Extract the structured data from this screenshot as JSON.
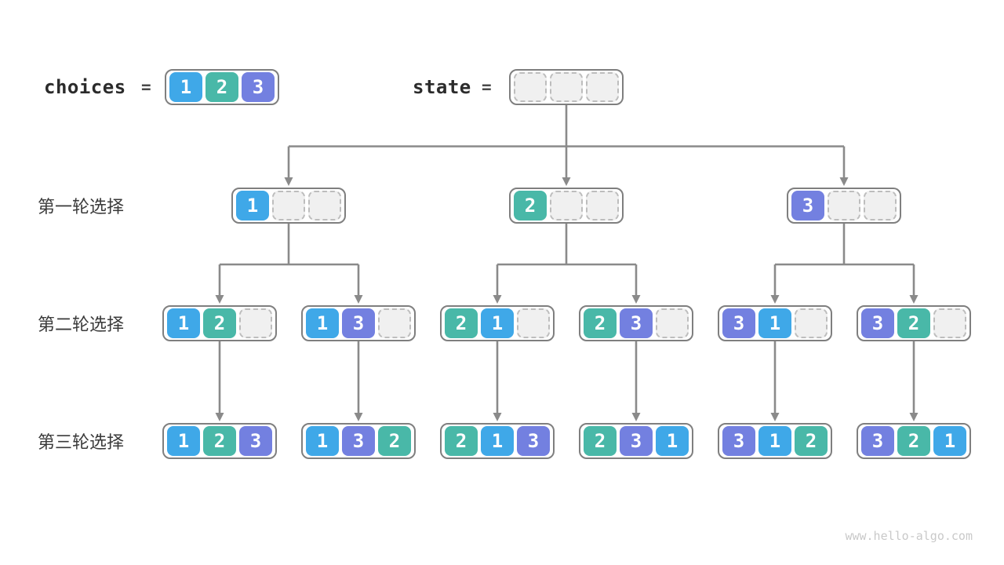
{
  "page": {
    "background": "#ffffff",
    "watermark": "www.hello-algo.com"
  },
  "colors": {
    "tile1": "#3fa8e8",
    "tile2": "#49b8a8",
    "tile3": "#7380e0",
    "tileText": "#ffffff",
    "boxBorder": "#7f7f7f",
    "emptyFill": "#f0f0f0",
    "emptyBorder": "#bdbdbd",
    "arrow": "#8a8a8a",
    "labelText": "#3a3a3a",
    "headerText": "#2b2b2b",
    "watermarkText": "#c9c9c9"
  },
  "header": {
    "choices_label": "choices",
    "equals": "=",
    "choices_cells": [
      1,
      2,
      3
    ],
    "state_label": "state",
    "state_cells": [
      null,
      null,
      null
    ]
  },
  "rows": [
    {
      "label": "第一轮选择",
      "boxes": [
        [
          1,
          null,
          null
        ],
        [
          2,
          null,
          null
        ],
        [
          3,
          null,
          null
        ]
      ]
    },
    {
      "label": "第二轮选择",
      "boxes": [
        [
          1,
          2,
          null
        ],
        [
          1,
          3,
          null
        ],
        [
          2,
          1,
          null
        ],
        [
          2,
          3,
          null
        ],
        [
          3,
          1,
          null
        ],
        [
          3,
          2,
          null
        ]
      ]
    },
    {
      "label": "第三轮选择",
      "boxes": [
        [
          1,
          2,
          3
        ],
        [
          1,
          3,
          2
        ],
        [
          2,
          1,
          3
        ],
        [
          2,
          3,
          1
        ],
        [
          3,
          1,
          2
        ],
        [
          3,
          2,
          1
        ]
      ]
    }
  ]
}
